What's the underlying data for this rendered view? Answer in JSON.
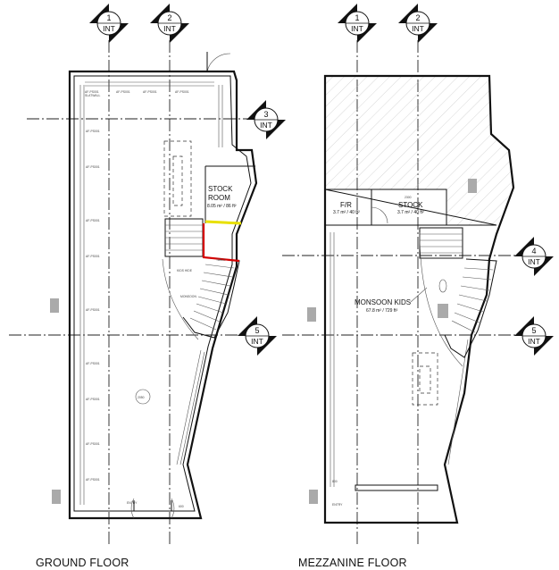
{
  "drawings": [
    {
      "title": "GROUND FLOOR",
      "rooms": [
        {
          "name": "STOCK",
          "name2": "ROOM",
          "area": "8.05 m² / 86 ft²"
        }
      ],
      "tiny_labels": [
        "SLATWALL",
        "2050",
        "3400",
        "600",
        "800",
        "MONSOON",
        "KIDS HIDE",
        "TABLE",
        "ENTRY"
      ]
    },
    {
      "title": "MEZZANINE FLOOR",
      "rooms": [
        {
          "name": "F/R",
          "area": "3.7 m² / 40 ft²"
        },
        {
          "name": "STOCK",
          "area": "3.7 m² / 40 ft²"
        },
        {
          "name": "MONSOON KIDS",
          "area": "67.8 m² / 729 ft²"
        }
      ],
      "tiny_labels": [
        "2300",
        "800",
        "ENTRY"
      ]
    }
  ],
  "grid_tags": [
    {
      "num": "1",
      "sub": "INT"
    },
    {
      "num": "2",
      "sub": "INT"
    },
    {
      "num": "3",
      "sub": "INT"
    },
    {
      "num": "5",
      "sub": "INT"
    },
    {
      "num": "1",
      "sub": "INT"
    },
    {
      "num": "2",
      "sub": "INT"
    },
    {
      "num": "4",
      "sub": "INT"
    },
    {
      "num": "5",
      "sub": "INT"
    }
  ],
  "highlight_colors": {
    "yellow": "#e8e000",
    "red": "#d40000"
  }
}
